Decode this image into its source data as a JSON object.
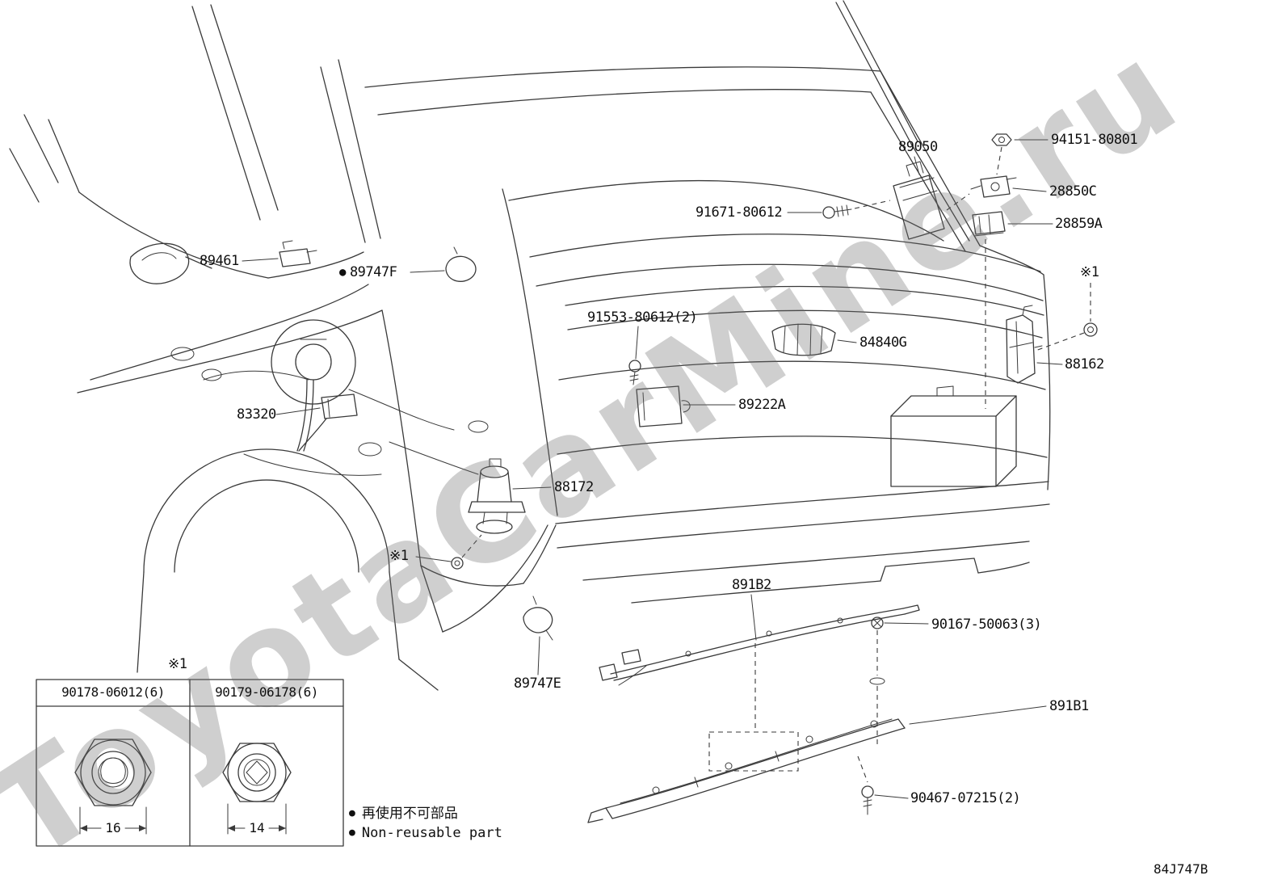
{
  "page": {
    "background": "#ffffff",
    "line_color": "#3a3a3a",
    "text_color": "#111111"
  },
  "watermark": {
    "text": "ToyotaCarMine.ru"
  },
  "diagram_code": "84J747B",
  "legend": {
    "marker": "●",
    "items": [
      {
        "text": "再使用不可部品"
      },
      {
        "text": "Non-reusable part"
      }
    ]
  },
  "labels": [
    {
      "text": "89050"
    },
    {
      "text": "94151-80801"
    },
    {
      "text": "28850C"
    },
    {
      "text": "28859A"
    },
    {
      "text": "91671-80612"
    },
    {
      "text": "89461"
    },
    {
      "text": "89747F",
      "non_reusable": true
    },
    {
      "text": "91553-80612(2)"
    },
    {
      "text": "84840G"
    },
    {
      "text": "※1"
    },
    {
      "text": "88162"
    },
    {
      "text": "89222A"
    },
    {
      "text": "83320"
    },
    {
      "text": "88172"
    },
    {
      "text": "※1"
    },
    {
      "text": "891B2"
    },
    {
      "text": "90167-50063(3)"
    },
    {
      "text": "89747E"
    },
    {
      "text": "891B1"
    },
    {
      "text": "90467-07215(2)"
    },
    {
      "text": "※1"
    }
  ],
  "inset": {
    "parts": [
      {
        "part_no": "90178-06012(6)",
        "size_mm": "16"
      },
      {
        "part_no": "90179-06178(6)",
        "size_mm": "14"
      }
    ]
  }
}
